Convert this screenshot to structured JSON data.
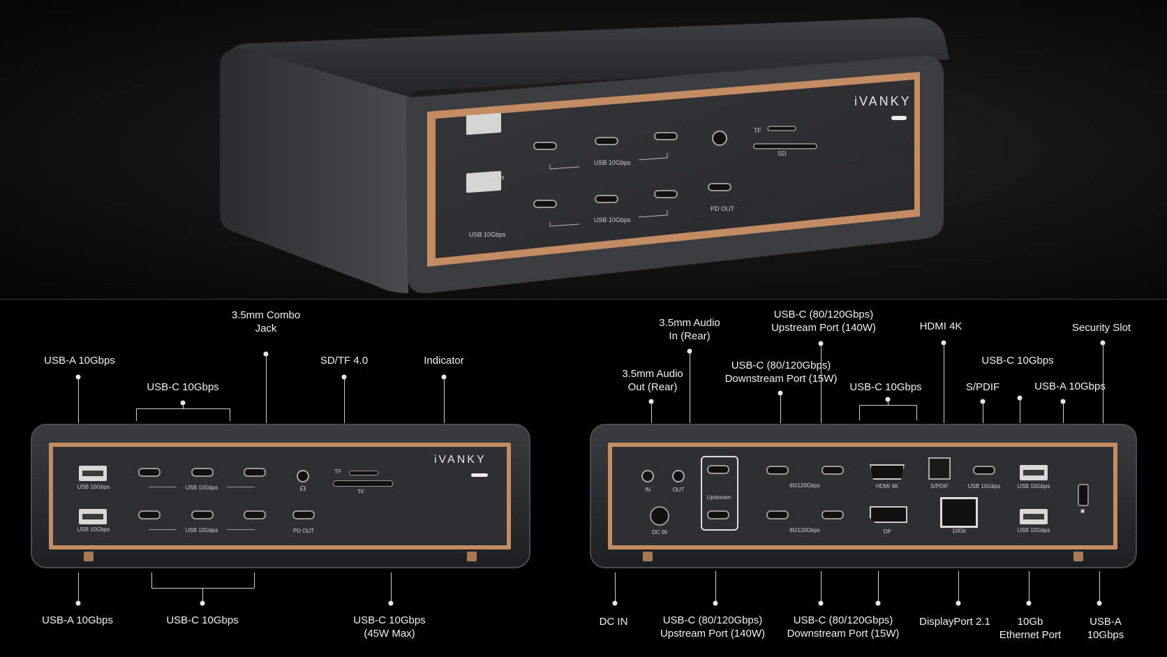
{
  "hero": {
    "brand": "iVANKY",
    "port_labels": {
      "usb_a_top": "USB 10Gbps",
      "usb_a_bottom": "USB 10Gbps",
      "usbc_top": "USB 10Gbps",
      "usbc_bottom": "USB 10Gbps",
      "pd_out": "PD OUT",
      "tf": "TF",
      "sd": "SD"
    }
  },
  "front": {
    "brand": "iVANKY",
    "port_labels": {
      "usb_a_1": "USB 10Gbps",
      "usb_a_2": "USB 10Gbps",
      "usbc_top": "USB 10Gbps",
      "usbc_bottom": "USB 10Gbps",
      "pd_out": "PD OUT",
      "tf_top": "TF",
      "tf_bottom": "TF"
    },
    "callouts_top": {
      "usb_a": "USB-A 10Gbps",
      "usb_c": "USB-C 10Gbps",
      "combo_jack": "3.5mm Combo\nJack",
      "sd_tf": "SD/TF 4.0",
      "indicator": "Indicator"
    },
    "callouts_bottom": {
      "usb_a": "USB-A 10Gbps",
      "usb_c": "USB-C 10Gbps",
      "usb_c_pd": "USB-C 10Gbps\n(45W Max)"
    }
  },
  "rear": {
    "port_labels": {
      "in": "IN",
      "out": "OUT",
      "dc_in": "DC IN",
      "upstream": "Upstream",
      "tb_top": "80/120Gbps",
      "tb_bottom": "80/120Gbps",
      "hdmi": "HDMI 4K",
      "dp": "DP",
      "spdif": "S/PDIF",
      "usbc": "USB 10Gbps",
      "lan": "10Gb",
      "usb_a_top": "USB 10Gbps",
      "usb_a_bottom": "USB 10Gbps"
    },
    "callouts_top": {
      "audio_out": "3.5mm Audio\nOut (Rear)",
      "audio_in": "3.5mm Audio\nIn (Rear)",
      "usbc_down": "USB-C (80/120Gbps)\nDownstream Port (15W)",
      "usbc_up": "USB-C (80/120Gbps)\nUpstream Port (140W)",
      "usbc_10": "USB-C 10Gbps",
      "hdmi": "HDMI 4K",
      "spdif": "S/PDIF",
      "usbc_10b": "USB-C 10Gbps",
      "usba_10": "USB-A 10Gbps",
      "security": "Security Slot"
    },
    "callouts_bottom": {
      "dc_in": "DC IN",
      "usbc_up": "USB-C (80/120Gbps)\nUpstream Port (140W)",
      "usbc_down": "USB-C (80/120Gbps)\nDownstream Port (15W)",
      "displayport": "DisplayPort 2.1",
      "ethernet": "10Gb\nEthernet Port",
      "usba": "USB-A 10Gbps"
    }
  }
}
